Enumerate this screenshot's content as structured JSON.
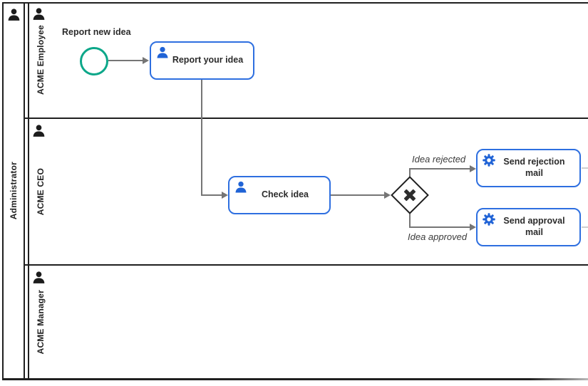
{
  "pool": {
    "name": "Administrator"
  },
  "lanes": [
    {
      "name": "ACME Employee"
    },
    {
      "name": "ACME CEO"
    },
    {
      "name": "ACME Manager"
    }
  ],
  "start_event": {
    "label": "Report new idea"
  },
  "tasks": [
    {
      "label": "Report your idea",
      "type": "user-task"
    },
    {
      "label": "Check idea",
      "type": "user-task"
    },
    {
      "label": "Send rejection mail",
      "type": "service-task"
    },
    {
      "label": "Send approval mail",
      "type": "service-task"
    }
  ],
  "gateway": {
    "type": "exclusive",
    "marker": "x"
  },
  "flow_labels": {
    "rejected": "Idea rejected",
    "approved": "Idea approved"
  },
  "colors": {
    "start_event_stroke": "#0ca789",
    "task_border": "#2e6fe0",
    "task_icon": "#2063d6",
    "connector": "#757575",
    "pool_border": "#1f1f1f",
    "gateway_marker": "#2d2d2d",
    "text": "#2b2b2b"
  }
}
